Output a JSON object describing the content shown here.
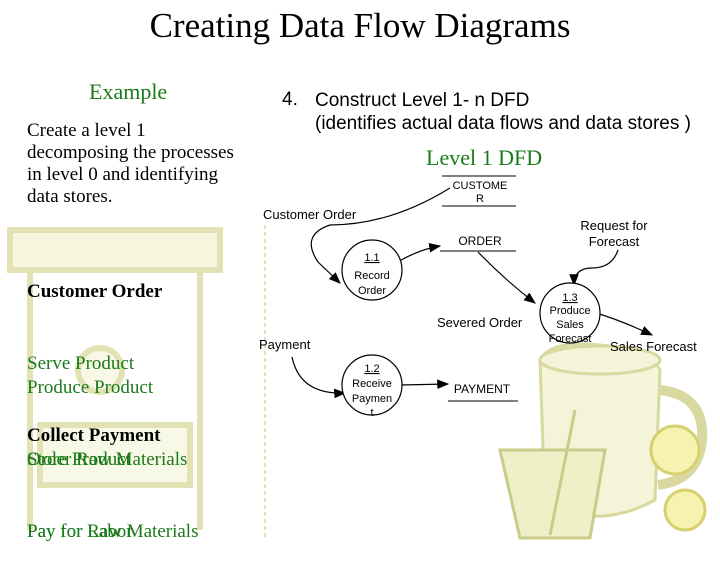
{
  "slide": {
    "title": "Creating Data Flow Diagrams",
    "example_label": "Example",
    "intro_text": "Create a level 1\ndecomposing the processes\nin level 0 and identifying\ndata stores.",
    "process_groups": [
      {
        "items": [
          {
            "text": "Customer Order",
            "style": "bold"
          },
          {
            "text": "Serve Product",
            "style": "green"
          },
          {
            "text": "Collect Payment",
            "style": "bold"
          }
        ]
      },
      {
        "items": [
          {
            "text": "Produce Product",
            "style": "green"
          },
          {
            "text": "Store Product",
            "style": "green"
          }
        ]
      },
      {
        "items": [
          {
            "text": "Order Raw Materials",
            "style": "green"
          },
          {
            "text": "Pay for Raw Materials",
            "style": "green"
          }
        ]
      },
      {
        "items": [
          {
            "text": "Pay for Labor",
            "style": "green"
          }
        ]
      }
    ],
    "step_number": "4.",
    "step_text": "Construct Level 1- n DFD\n(identifies actual data flows and data stores )",
    "level_label": "Level 1 DFD"
  },
  "diagram": {
    "processes": [
      {
        "id": "1.1",
        "name_lines": [
          "Record",
          "Order"
        ]
      },
      {
        "id": "1.2",
        "name_lines": [
          "Receive",
          "Paymen",
          "t"
        ]
      },
      {
        "id": "1.3",
        "name_lines": [
          "Produce",
          "Sales",
          "Forecast"
        ]
      }
    ],
    "data_stores": {
      "customer_lines": [
        "CUSTOME",
        "R"
      ],
      "order": "ORDER",
      "payment": "PAYMENT"
    },
    "flows": {
      "customer_order": "Customer Order",
      "request_forecast_lines": [
        "Request for",
        "Forecast"
      ],
      "severed_order": "Severed Order",
      "payment": "Payment",
      "sales_forecast": "Sales Forecast"
    }
  }
}
